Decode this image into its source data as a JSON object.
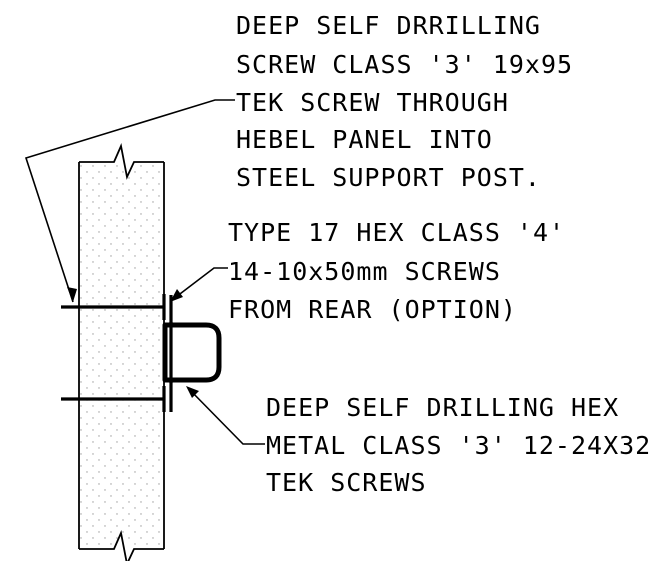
{
  "colors": {
    "ink": "#000000",
    "paper": "#ffffff",
    "stipple": "#9a9a9a"
  },
  "notes": {
    "top": {
      "line1": "DEEP SELF DRRILLING",
      "line2": "SCREW CLASS '3' 19x95",
      "line3": "TEK SCREW THROUGH",
      "line4": "HEBEL PANEL INTO",
      "line5": "STEEL SUPPORT POST."
    },
    "middle": {
      "line1": "TYPE 17 HEX CLASS '4'",
      "line2": "14-10x50mm SCREWS",
      "line3": "FROM REAR (OPTION)"
    },
    "bottom": {
      "line1": "DEEP SELF DRILLING HEX",
      "line2": "METAL CLASS '3' 12-24X32",
      "line3": "TEK SCREWS"
    }
  }
}
